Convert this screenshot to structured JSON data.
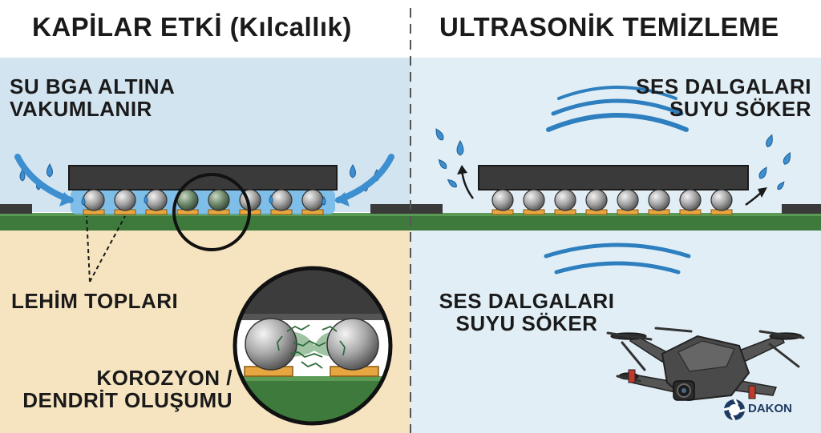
{
  "left_panel": {
    "title": "KAPİLAR ETKİ (Kılcallık)",
    "subtitle_line1": "SU BGA ALTINA",
    "subtitle_line2": "VAKUMLANIR",
    "solder_label": "LEHİM TOPLARI",
    "corrosion_line1": "KOROZYON /",
    "corrosion_line2": "DENDRİT OLUŞUMU"
  },
  "right_panel": {
    "title": "ULTRASONİK TEMİZLEME",
    "waves_line1": "SES DALGALARI",
    "waves_line2": "SUYU SÖKER",
    "waves2_line1": "SES DALGALARI",
    "waves2_line2": "SUYU SÖKER"
  },
  "logo": {
    "text": "DAKON"
  },
  "colors": {
    "water_blue": "#3d8fd0",
    "pcb_green": "#3e7a3e",
    "chip_dark": "#3a3a3a",
    "pad_orange": "#e8a640",
    "left_bg_top": "#d4e5f1",
    "left_bg_bottom": "#f6e5c2",
    "right_bg": "#e3eff6"
  }
}
